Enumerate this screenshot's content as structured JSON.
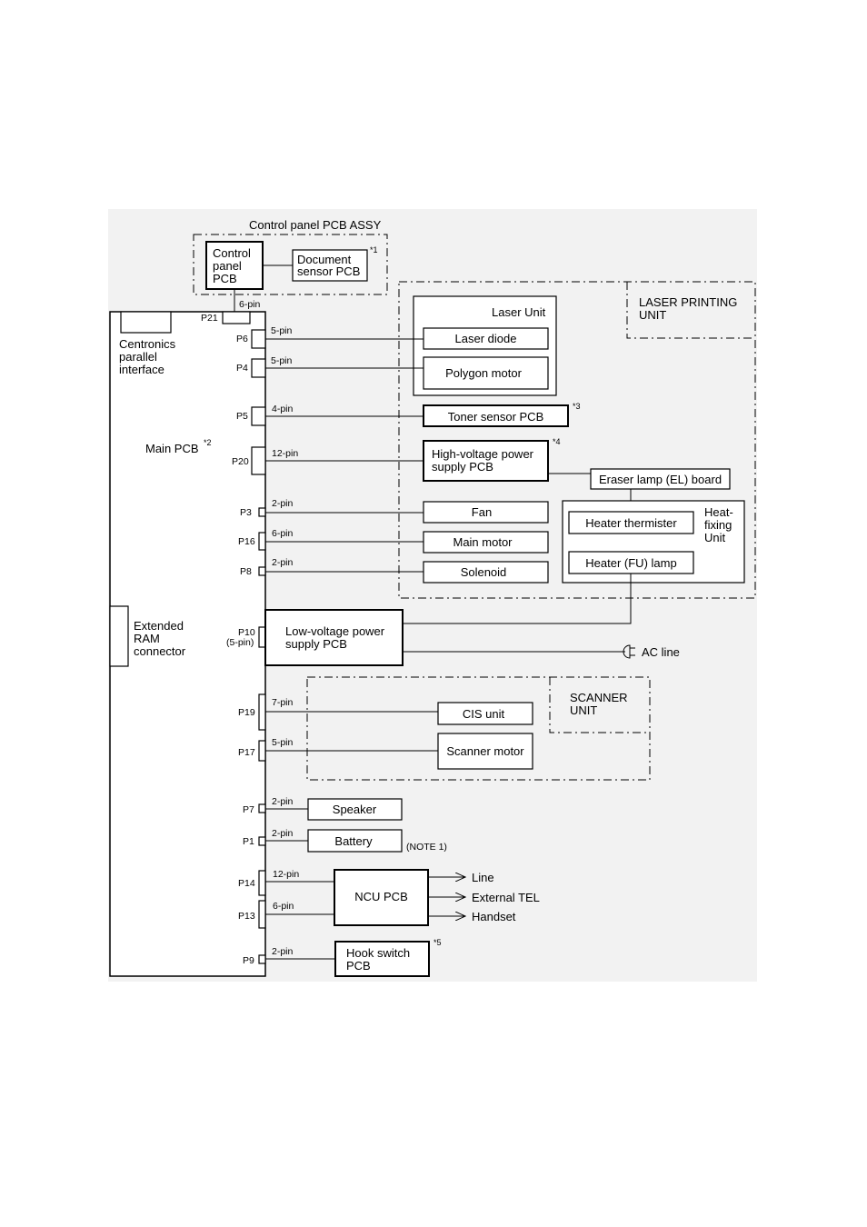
{
  "diagram": {
    "control_panel_assy": "Control panel PCB ASSY",
    "control_panel_pcb": [
      "Control",
      "panel",
      "PCB"
    ],
    "document_sensor_pcb": [
      "Document",
      "sensor PCB"
    ],
    "note1_mark": "*1",
    "laser_printing_unit": [
      "LASER PRINTING",
      "UNIT"
    ],
    "laser_unit": "Laser Unit",
    "laser_diode": "Laser diode",
    "polygon_motor": "Polygon motor",
    "toner_sensor_pcb": "Toner sensor PCB",
    "note3_mark": "*3",
    "high_voltage_pcb": [
      "High-voltage power",
      "supply PCB"
    ],
    "note4_mark": "*4",
    "eraser_lamp_board": "Eraser lamp (EL) board",
    "heat_fixing_unit": [
      "Heat-",
      "fixing",
      "Unit"
    ],
    "heater_thermister": "Heater thermister",
    "heater_lamp": "Heater (FU) lamp",
    "fan": "Fan",
    "main_motor": "Main motor",
    "solenoid": "Solenoid",
    "main_pcb": "Main PCB",
    "note2_mark": "*2",
    "centronics": [
      "Centronics",
      "parallel",
      "interface"
    ],
    "extended_ram": [
      "Extended",
      "RAM",
      "connector"
    ],
    "low_voltage_pcb": [
      "Low-voltage power",
      "supply PCB"
    ],
    "ac_line": "AC line",
    "scanner_unit": [
      "SCANNER",
      "UNIT"
    ],
    "cis_unit": "CIS unit",
    "scanner_motor": "Scanner motor",
    "speaker": "Speaker",
    "battery": "Battery",
    "note_1": "(NOTE 1)",
    "ncu_pcb": "NCU PCB",
    "ncu_outputs": [
      "Line",
      "External TEL",
      "Handset"
    ],
    "hook_switch_pcb": [
      "Hook switch",
      "PCB"
    ],
    "note5_mark": "*5",
    "ports": {
      "p21": "P21",
      "p6": "P6",
      "p4": "P4",
      "p5": "P5",
      "p20": "P20",
      "p3": "P3",
      "p16": "P16",
      "p8": "P8",
      "p10": "P10",
      "p10_pins": "(5-pin)",
      "p19": "P19",
      "p17": "P17",
      "p7": "P7",
      "p1": "P1",
      "p14": "P14",
      "p13": "P13",
      "p9": "P9"
    },
    "pins": {
      "p21": "6-pin",
      "p6": "5-pin",
      "p4": "5-pin",
      "p5": "4-pin",
      "p20": "12-pin",
      "p3": "2-pin",
      "p16": "6-pin",
      "p8": "2-pin",
      "p19": "7-pin",
      "p17": "5-pin",
      "p7": "2-pin",
      "p1": "2-pin",
      "p14": "12-pin",
      "p13": "6-pin",
      "p9": "2-pin"
    }
  }
}
